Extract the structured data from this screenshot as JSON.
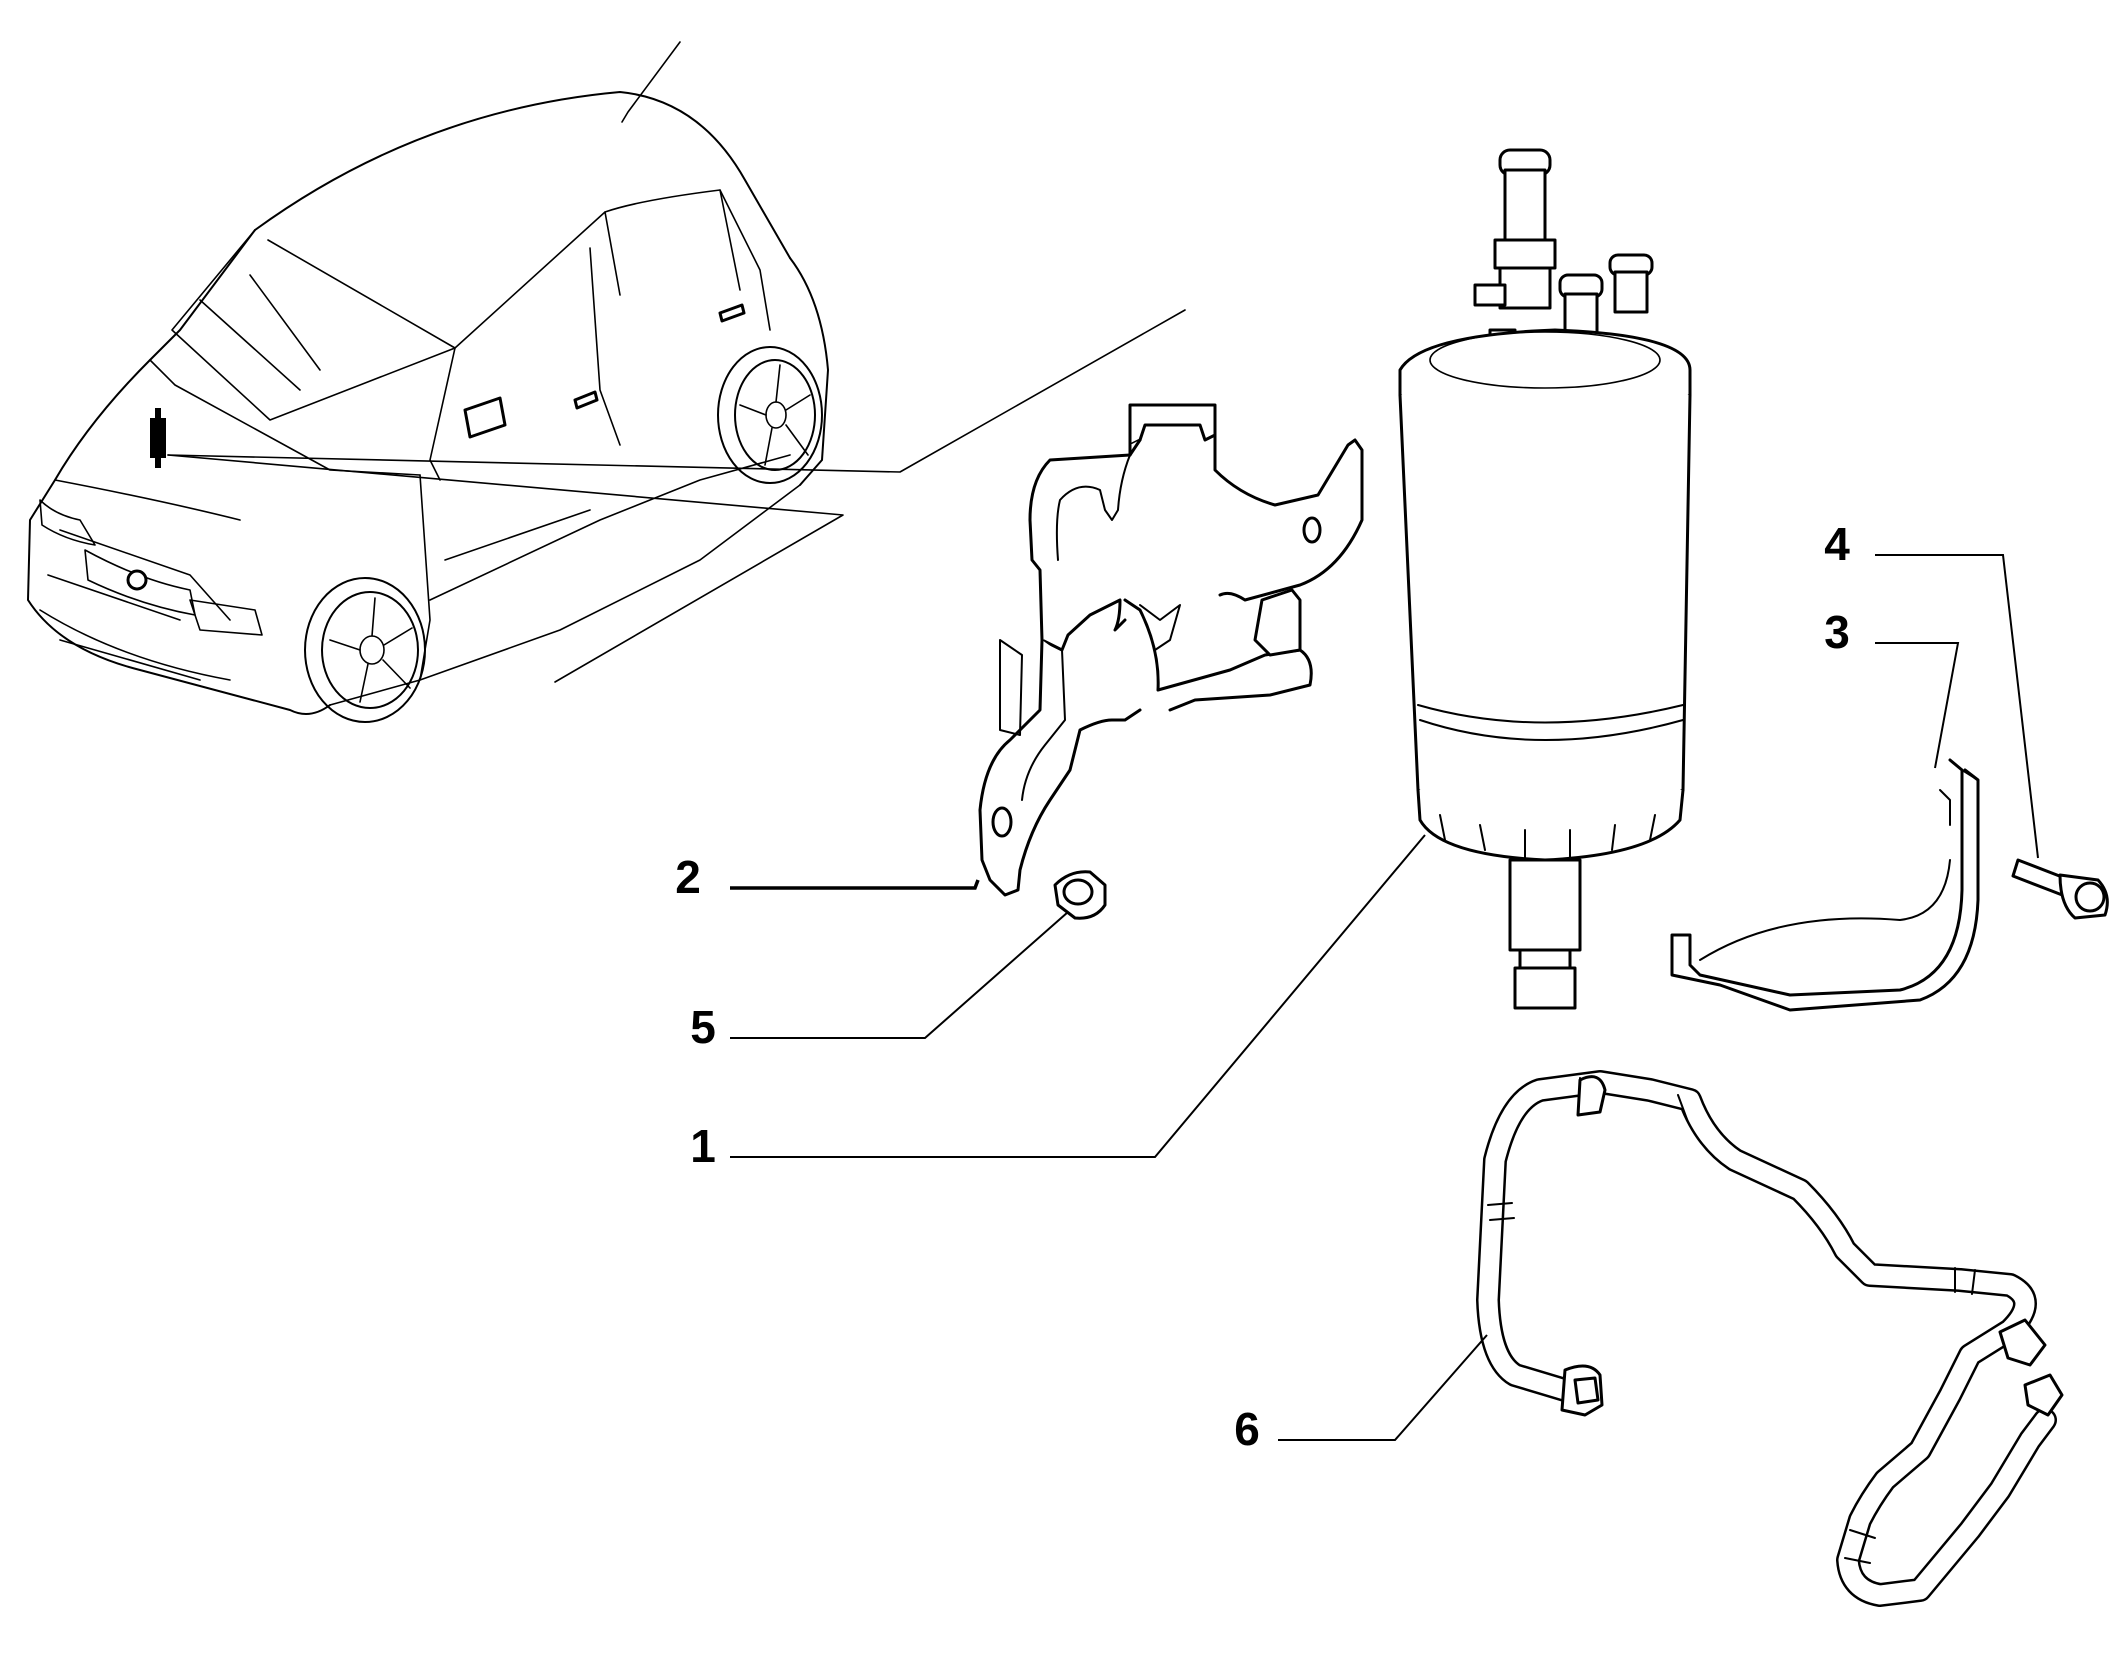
{
  "diagram": {
    "callouts": [
      {
        "id": "1",
        "label": "1",
        "part": "fuel-filter"
      },
      {
        "id": "2",
        "label": "2",
        "part": "mounting-bracket"
      },
      {
        "id": "3",
        "label": "3",
        "part": "clamp-strap"
      },
      {
        "id": "4",
        "label": "4",
        "part": "bolt"
      },
      {
        "id": "5",
        "label": "5",
        "part": "nut"
      },
      {
        "id": "6",
        "label": "6",
        "part": "fuel-hose"
      }
    ]
  }
}
